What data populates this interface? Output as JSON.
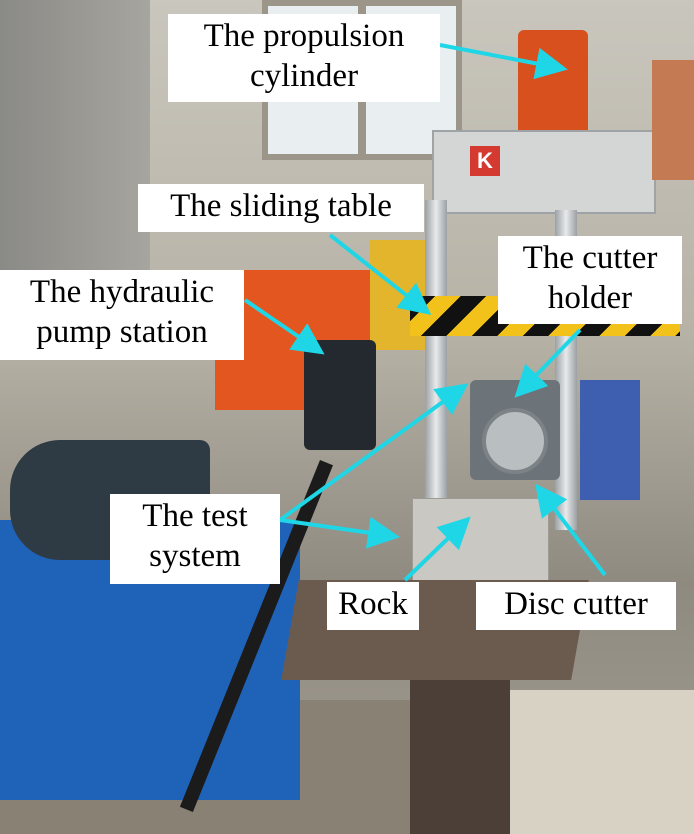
{
  "labels": {
    "propulsion_cylinder": [
      "The propulsion",
      "cylinder"
    ],
    "sliding_table": [
      "The sliding table"
    ],
    "hydraulic_pump_station": [
      "The hydraulic",
      "pump station"
    ],
    "cutter_holder": [
      "The cutter",
      "holder"
    ],
    "test_system": [
      "The test",
      "system"
    ],
    "rock": [
      "Rock"
    ],
    "disc_cutter": [
      "Disc cutter"
    ]
  },
  "machine_badge": "K",
  "colors": {
    "arrow": "#1fd6e6",
    "label_bg": "#ffffff",
    "pump_tank": "#1f63b8",
    "cylinder": "#d9501f",
    "wall_orange": "#e4561f",
    "frame": "#c9cdd0",
    "motor": "#2f3b44"
  }
}
